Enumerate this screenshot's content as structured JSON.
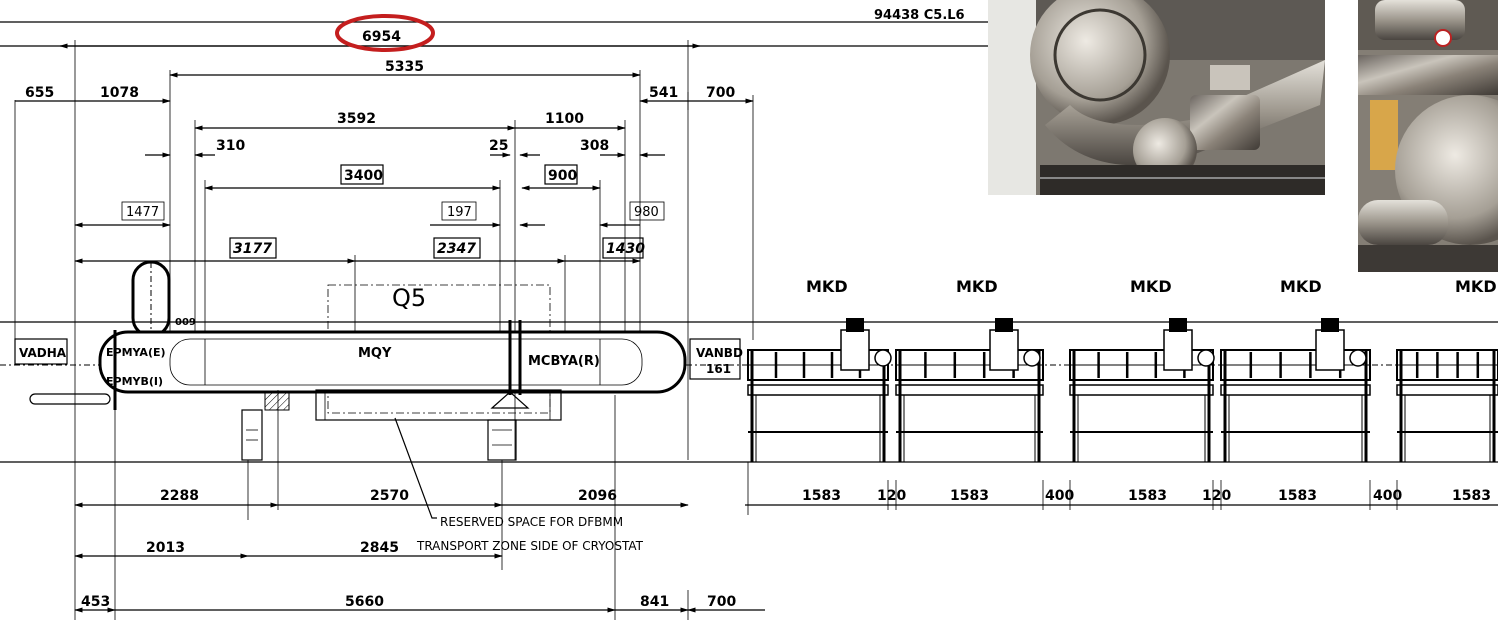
{
  "drawing": {
    "ref_code": "94438 C5.L6",
    "highlighted_dimension": "6954",
    "highlight_color": "#c41e1e",
    "component_label": "Q5",
    "top_dimensions": {
      "d5335": "5335",
      "d655": "655",
      "d1078": "1078",
      "d541": "541",
      "d700": "700",
      "d3592": "3592",
      "d1100": "1100",
      "d310": "310",
      "d25": "25",
      "d308": "308",
      "d3400": "3400",
      "d900": "900",
      "d1477": "1477",
      "d197": "197",
      "d980": "980",
      "d3177": "3177",
      "d2347": "2347",
      "d1430": "1430"
    },
    "part_labels": {
      "vadha": "VADHA",
      "epmya": "EPMYA(E)",
      "epmyb": "EPMYB(I)",
      "mqy": "MQY",
      "mcbya": "MCBYA(R)",
      "vanbd": "VANBD",
      "vanbd_num": "161",
      "small_009": "009"
    },
    "mkd_labels": [
      "MKD",
      "MKD",
      "MKD",
      "MKD",
      "MKD"
    ],
    "bottom_dimensions": {
      "d2288": "2288",
      "d2570": "2570",
      "d2096": "2096",
      "d2013": "2013",
      "d2845": "2845",
      "d453": "453",
      "d5660": "5660",
      "d841": "841",
      "d700": "700",
      "mkd_1583_a": "1583",
      "mkd_120_a": "120",
      "mkd_1583_b": "1583",
      "mkd_400_a": "400",
      "mkd_1583_c": "1583",
      "mkd_120_b": "120",
      "mkd_1583_d": "1583",
      "mkd_400_b": "400",
      "mkd_1583_e": "1583"
    },
    "note_line1": "RESERVED SPACE FOR DFBMM",
    "note_line2": "TRANSPORT ZONE SIDE OF CRYOSTAT"
  },
  "photos": [
    {
      "name": "cryostat-photo-1"
    },
    {
      "name": "cryostat-photo-2"
    }
  ]
}
